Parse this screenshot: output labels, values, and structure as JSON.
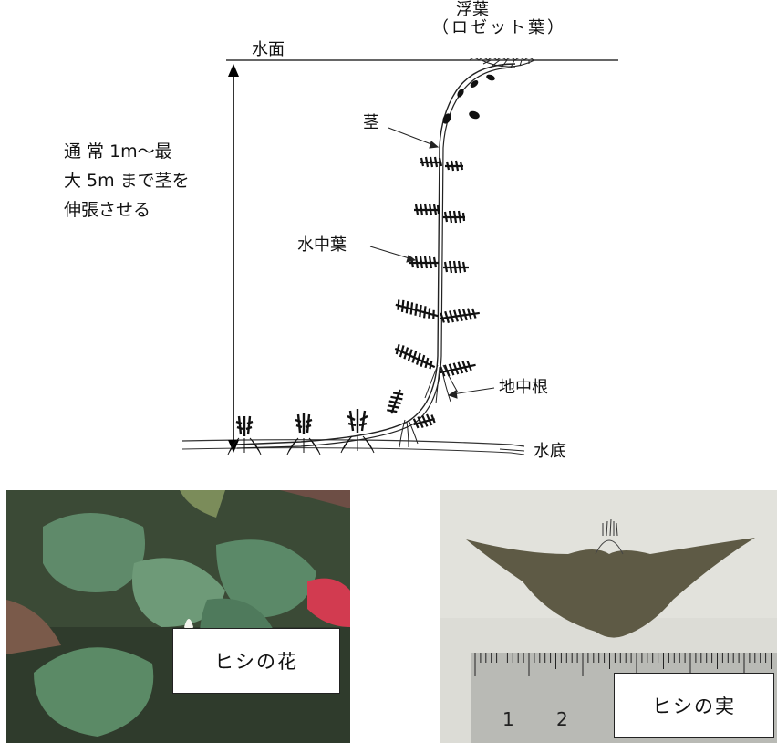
{
  "diagram": {
    "labels": {
      "floating_leaf": "浮葉",
      "rosette_leaf": "（ロゼット葉）",
      "water_surface": "水面",
      "stem": "茎",
      "submerged_leaf": "水中葉",
      "underground_root": "地中根",
      "water_bottom": "水底"
    },
    "description_lines": [
      "通 常 1m～最",
      "大 5m まで茎を",
      "伸張させる"
    ]
  },
  "photos": {
    "flower": {
      "caption": "ヒシの花"
    },
    "fruit": {
      "caption": "ヒシの実",
      "ruler_numbers": [
        "1",
        "2"
      ]
    }
  }
}
